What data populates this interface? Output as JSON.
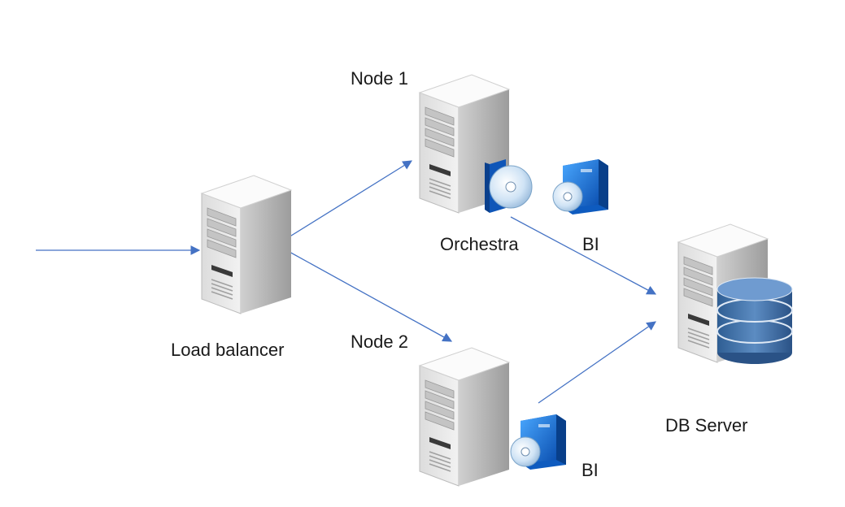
{
  "labels": {
    "load_balancer": "Load balancer",
    "node1": "Node 1",
    "node2": "Node 2",
    "orchestra": "Orchestra",
    "bi_node1": "BI",
    "bi_node2": "BI",
    "db_server": "DB Server"
  },
  "colors": {
    "arrow": "#4472c4",
    "server_face": "#e6e6e6",
    "server_side": "#b8b8b8",
    "server_top": "#f4f4f4",
    "db_blue": "#3f6fa5",
    "app_blue": "#1e6fd0"
  }
}
